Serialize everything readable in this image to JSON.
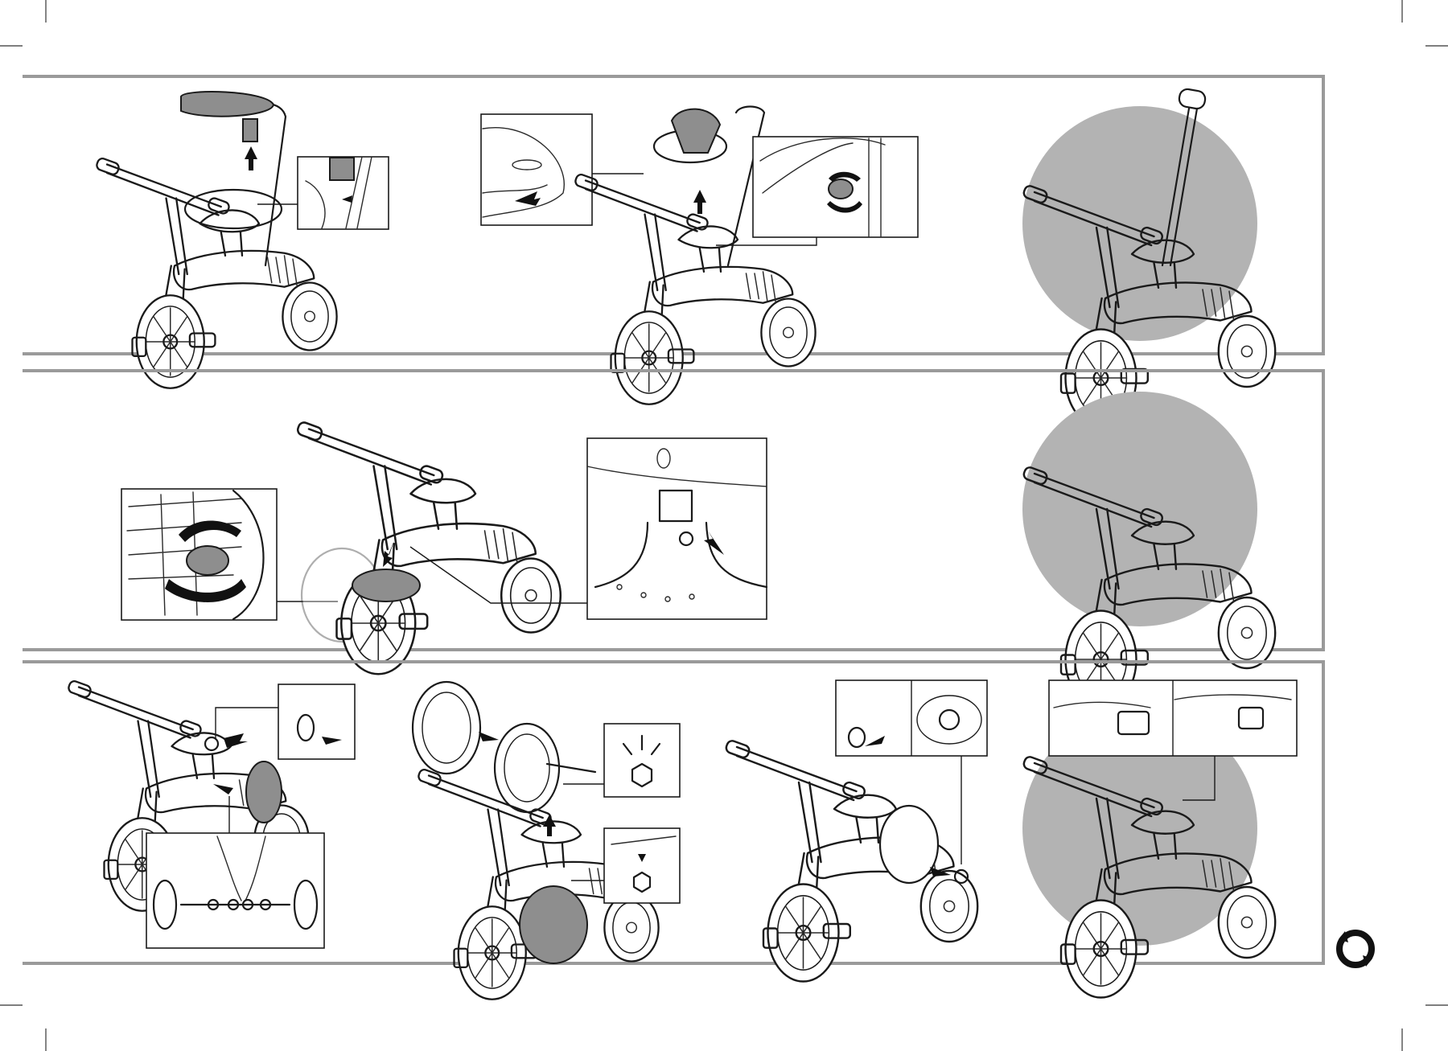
{
  "page": {
    "background": "#ffffff",
    "panel_border_color": "#9a9a9a",
    "highlight_circle_color": "#b3b3b3",
    "part_fill_color": "#8e8e8e"
  },
  "sections": [
    {
      "name": "tricycle-with-canopy-and-push-handle",
      "steps": 3
    },
    {
      "name": "tricycle-without-footrest",
      "steps": 2
    },
    {
      "name": "balance-bike-conversion",
      "steps": 4
    }
  ],
  "corner_mark": {
    "icon": "circular-arrow-mark"
  }
}
